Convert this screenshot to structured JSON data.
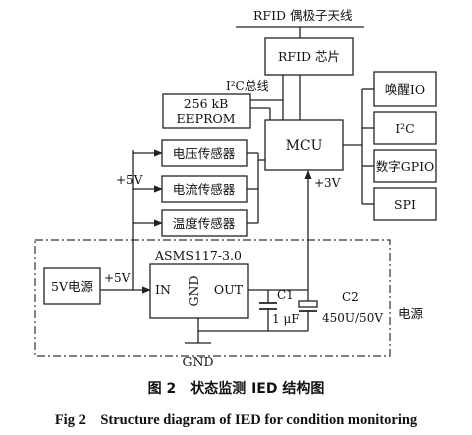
{
  "blocks": {
    "rfid_chip": "RFID 芯片",
    "eeprom_line1": "256 kB",
    "eeprom_line2": "EEPROM",
    "mcu": "MCU",
    "voltage_sensor": "电压传感器",
    "current_sensor": "电流传感器",
    "temperature_sensor": "温度传感器",
    "wakeup_io": "唤醒IO",
    "i2c_box": "I²C",
    "digital_gpio": "数字GPIO",
    "spi": "SPI",
    "supply_5v": "5V电源",
    "regulator_name": "ASMS117-3.0",
    "pin_in": "IN",
    "pin_gnd": "GND",
    "pin_out": "OUT"
  },
  "labels": {
    "antenna": "RFID 偶极子天线",
    "i2c_bus": "I²C总线",
    "plus5v_sensors": "+5V",
    "plus5v_input": "+5V",
    "plus3v": "+3V",
    "c1_name": "C1",
    "c1_value": "1 μF",
    "c2_name": "C2",
    "c2_value": "450U/50V",
    "gnd": "GND",
    "power_region": "电源"
  },
  "caption": {
    "cn": "图 2　状态监测 IED 结构图",
    "en": "Fig 2　Structure diagram of IED for condition monitoring"
  }
}
